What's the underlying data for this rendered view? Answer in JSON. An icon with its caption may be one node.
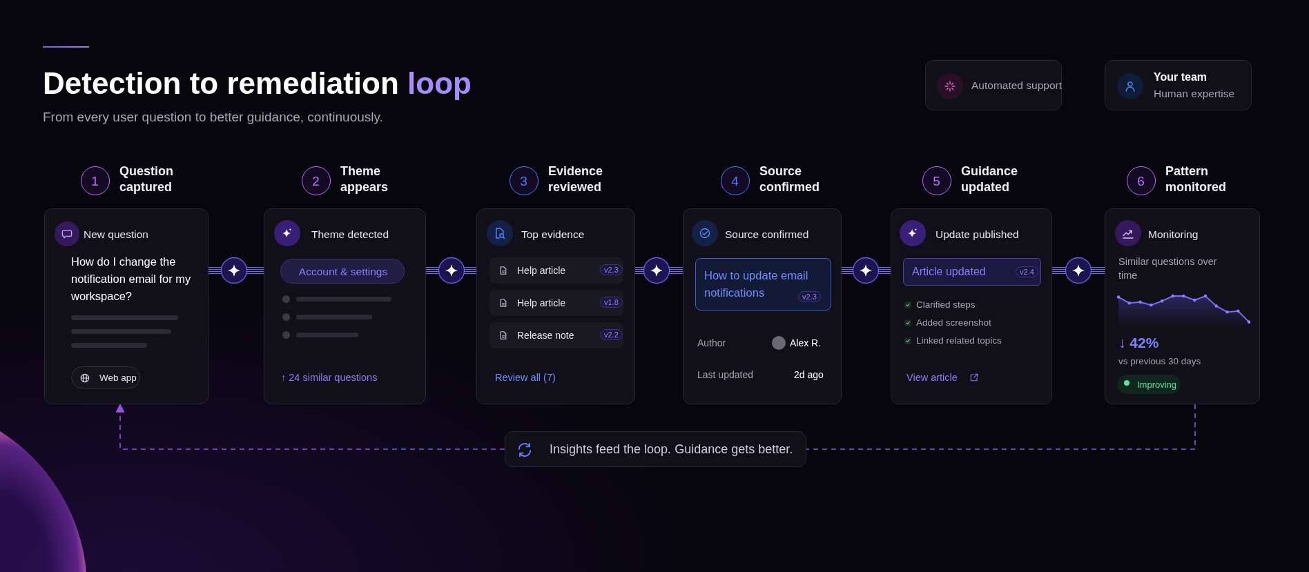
{
  "diagram": {
    "title": "Detection to remediation loop",
    "nodes": [
      {
        "text": [
          "Automated support"
        ]
      },
      {
        "text": [
          "Your team",
          "Human expertise"
        ]
      },
      {
        "text": [
          "1"
        ],
        "beside": [
          "Question captured"
        ]
      },
      {
        "text": [
          "New question",
          "How do I change the notification email for my workspace?"
        ]
      },
      {
        "text": [
          "Web app"
        ],
        "in": 3
      },
      {
        "text": [
          "2"
        ],
        "beside": [
          "Theme appears"
        ]
      },
      {
        "text": [
          "Theme detected",
          "↑ 24 similar questions"
        ]
      },
      {
        "text": [
          "Account & settings"
        ],
        "in": 6
      },
      {
        "text": [
          "3"
        ],
        "beside": [
          "Evidence reviewed"
        ]
      },
      {
        "text": [
          "Top evidence",
          "Review all (7)"
        ]
      },
      {
        "text": [
          "Help article",
          "v2.3"
        ],
        "in": 9
      },
      {
        "text": [
          "Help article",
          "v1.8"
        ],
        "in": 9
      },
      {
        "text": [
          "Release note",
          "v2.2"
        ],
        "in": 9
      },
      {
        "text": [
          "4"
        ],
        "beside": [
          "Source confirmed"
        ]
      },
      {
        "text": [
          "Source confirmed",
          "Author",
          "Alex R.",
          "Last updated",
          "2d ago"
        ]
      },
      {
        "text": [
          "How to update email notifications",
          "v2.3"
        ],
        "in": 14
      },
      {
        "text": [
          "5"
        ],
        "beside": [
          "Guidance updated"
        ]
      },
      {
        "text": [
          "Update published",
          "Clarified steps",
          "Added screenshot",
          "Linked related topics",
          "View article"
        ]
      },
      {
        "text": [
          "Article updated",
          "v2.4"
        ],
        "in": 17
      },
      {
        "text": [
          "6"
        ],
        "beside": [
          "Pattern monitored"
        ]
      },
      {
        "text": [
          "Monitoring",
          "Similar questions over time",
          "↓ 42%",
          "vs previous 30 days"
        ]
      },
      {
        "text": [
          "Improving"
        ],
        "in": 20
      },
      {
        "text": [
          "Insights feed the loop. Guidance gets better."
        ]
      }
    ],
    "edges": [
      {
        "from": 3,
        "to": 6,
        "arrow": "none"
      },
      {
        "from": 6,
        "to": 9,
        "arrow": "none"
      },
      {
        "from": 9,
        "to": 14,
        "arrow": "none"
      },
      {
        "from": 14,
        "to": 17,
        "arrow": "none"
      },
      {
        "from": 17,
        "to": 20,
        "arrow": "none"
      },
      {
        "from": 20,
        "to": 22,
        "arrow": "none",
        "style": "dashed",
        "color": "#6a6cf0"
      },
      {
        "from": 22,
        "to": 3,
        "arrow": "to",
        "style": "dashed",
        "color": "#9b4fe6"
      }
    ],
    "labels": [
      "From every user question to better guidance, continuously."
    ]
  }
}
